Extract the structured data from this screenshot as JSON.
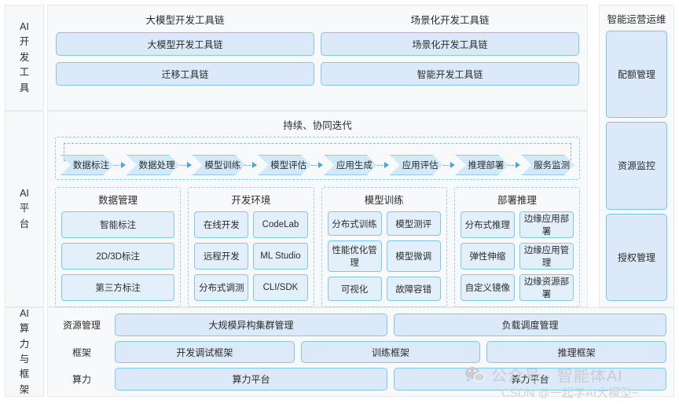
{
  "layers": [
    {
      "id": "ai-dev-tools",
      "side_label": "AI开发工具",
      "columns": [
        {
          "title": "大模型开发工具链",
          "chips": [
            "大模型开发工具链",
            "迁移工具链"
          ]
        },
        {
          "title": "场景化开发工具链",
          "chips": [
            "场景化开发工具链",
            "智能开发工具链"
          ]
        }
      ]
    },
    {
      "id": "ai-platform",
      "side_label": "AI平台",
      "title": "持续、协同迭代",
      "pipeline": [
        "数据标注",
        "数据处理",
        "模型训练",
        "模型评估",
        "应用生成",
        "应用评估",
        "推理部署",
        "服务监测"
      ],
      "groups": [
        {
          "title": "数据管理",
          "cols": 1,
          "chips": [
            "智能标注",
            "2D/3D标注",
            "第三方标注"
          ]
        },
        {
          "title": "开发环境",
          "cols": 2,
          "chips": [
            "在线开发",
            "CodeLab",
            "远程开发",
            "ML Studio",
            "分布式调测",
            "CLI/SDK"
          ]
        },
        {
          "title": "模型训练",
          "cols": 2,
          "chips": [
            "分布式训练",
            "模型测评",
            "性能优化管理",
            "模型微调",
            "可视化",
            "故障容错"
          ]
        },
        {
          "title": "部署推理",
          "cols": 2,
          "chips": [
            "分布式推理",
            "边缘应用部署",
            "弹性伸缩",
            "边缘应用管理",
            "自定义镜像",
            "边缘资源部署"
          ]
        }
      ]
    },
    {
      "id": "ai-compute",
      "side_label": "AI算力与框架",
      "rows": [
        {
          "label": "资源管理",
          "boxes": [
            "大规模异构集群管理",
            "负载调度管理"
          ]
        },
        {
          "label": "框架",
          "boxes": [
            "开发调试框架",
            "训练框架",
            "推理框架"
          ]
        },
        {
          "label": "算力",
          "boxes": [
            "算力平台",
            "算力平台"
          ]
        }
      ]
    }
  ],
  "rail": {
    "title": "智能运营运维",
    "boxes": [
      "配额管理",
      "资源监控",
      "授权管理"
    ]
  },
  "watermark": {
    "icon": "wechat-icon",
    "main": "公众号 · 智能体AI",
    "sub": "CSDN @一起学AI大模型~"
  },
  "colors": {
    "chip_fill": "#dbe9f8",
    "chip_border": "#7dc7f0",
    "panel_bg": "#f8f9fa",
    "panel_border": "#e6e8ea",
    "pipeline_fill": "#d2e9f8",
    "dashed_border": "#9bd0ef"
  }
}
